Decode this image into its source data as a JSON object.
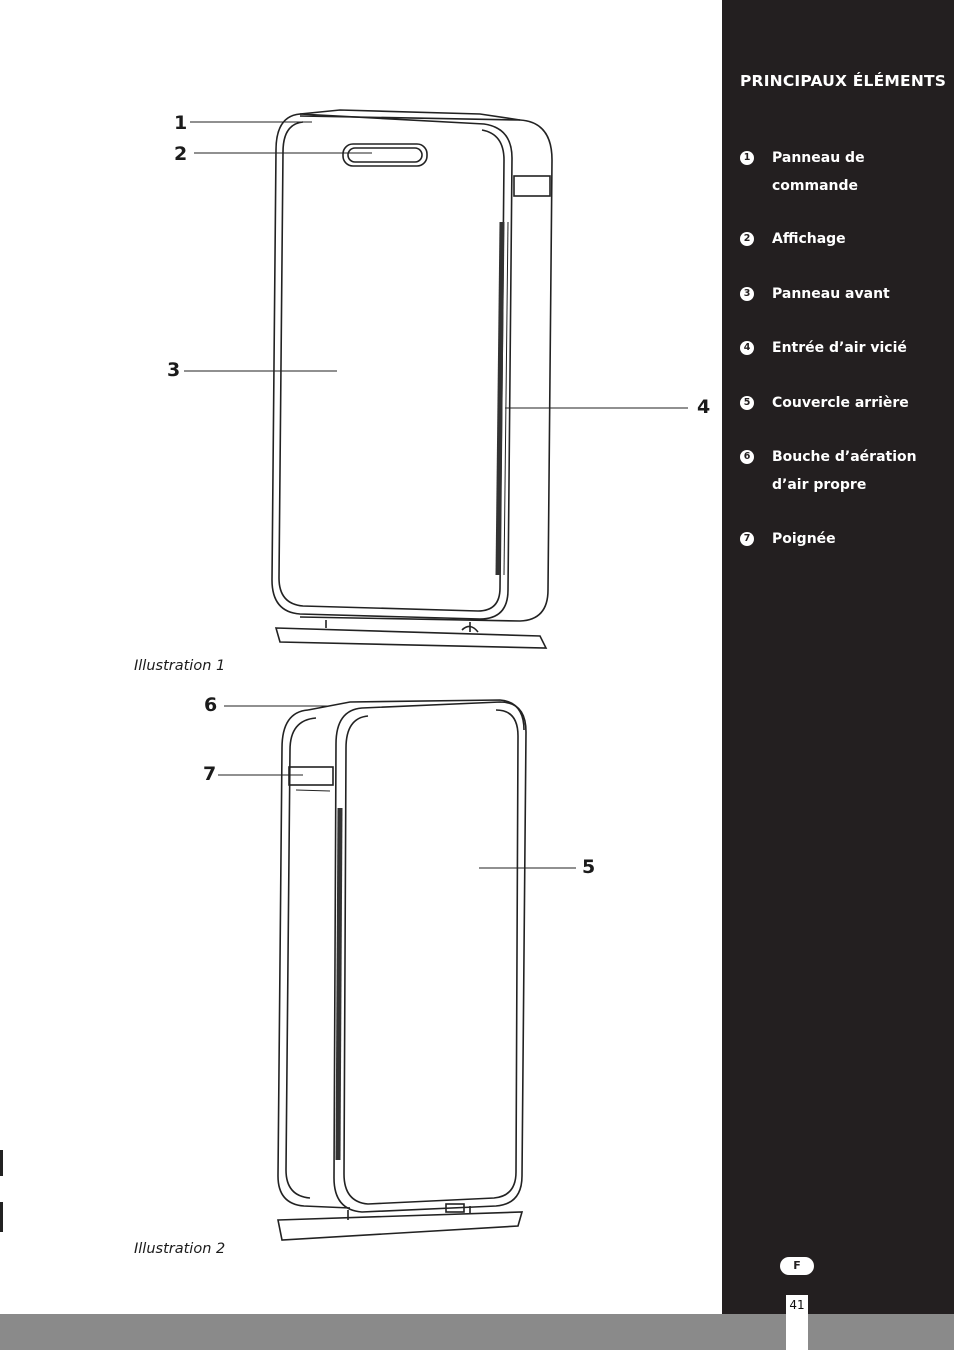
{
  "sidebar": {
    "title": "PRINCIPAUX ÉLÉMENTS",
    "items": [
      {
        "marker": "1",
        "label": "Panneau de commande"
      },
      {
        "marker": "2",
        "label": "Affichage"
      },
      {
        "marker": "3",
        "label": "Panneau avant"
      },
      {
        "marker": "4",
        "label": "Entrée d’air vicié"
      },
      {
        "marker": "5",
        "label": "Couvercle arrière"
      },
      {
        "marker": "6",
        "label": "Bouche d’aération d’air propre"
      },
      {
        "marker": "7",
        "label": "Poignée"
      }
    ]
  },
  "figure1": {
    "caption": "Illustration 1",
    "callouts": [
      "1",
      "2",
      "3",
      "4"
    ]
  },
  "figure2": {
    "caption": "Illustration 2",
    "callouts": [
      "6",
      "7",
      "5"
    ]
  },
  "footer": {
    "language": "F",
    "page_number": "41"
  },
  "colors": {
    "sidebar_bg": "#231f20",
    "footer_bar": "#8a8a8a",
    "text": "#1b1b1b"
  }
}
